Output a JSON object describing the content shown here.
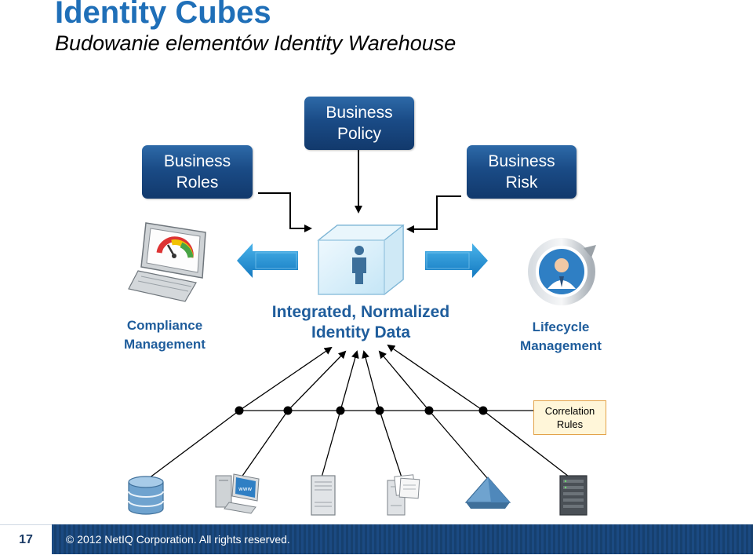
{
  "header": {
    "title": "Identity Cubes",
    "subtitle": "Budowanie elementów Identity Warehouse"
  },
  "boxes": {
    "policy": [
      "Business",
      "Policy"
    ],
    "roles": [
      "Business",
      "Roles"
    ],
    "risk": [
      "Business",
      "Risk"
    ]
  },
  "captions": {
    "compliance": [
      "Compliance",
      "Management"
    ],
    "identity": [
      "Integrated, Normalized",
      "Identity Data"
    ],
    "lifecycle": [
      "Lifecycle",
      "Management"
    ]
  },
  "correlation": [
    "Correlation",
    "Rules"
  ],
  "footer": {
    "page_number": "17",
    "copyright": "© 2012 NetIQ Corporation.  All rights reserved."
  },
  "colors": {
    "title": "#1f6fb8",
    "box": "#1a4b86",
    "caption": "#1f5d9c",
    "arrow": "#1e8fd5",
    "footer": "#1b4a82"
  },
  "icons": {
    "compliance": "monitor-gauge-icon",
    "identity": "identity-cube-icon",
    "lifecycle": "user-cycle-icon",
    "sources": [
      "database-icon",
      "web-workstation-icon",
      "server-icon",
      "documents-icon",
      "directory-pyramid-icon",
      "server-rack-icon"
    ]
  }
}
